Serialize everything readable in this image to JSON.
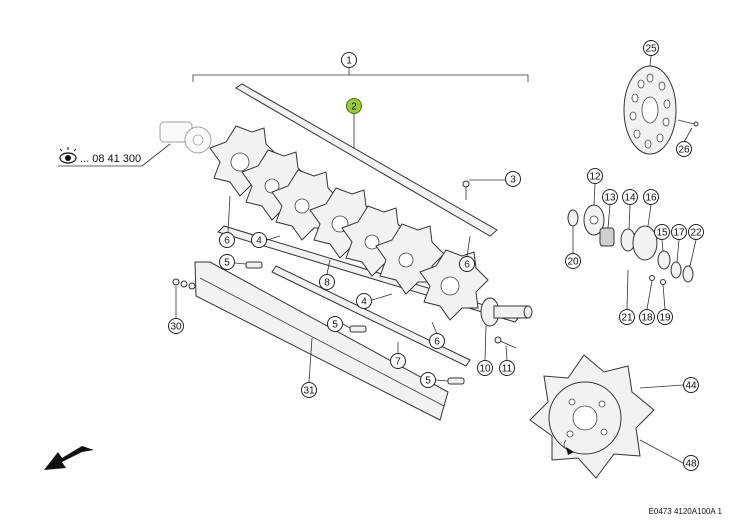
{
  "reference": {
    "text": "... 08 41 300"
  },
  "doc_code": "E0473 4120A100A 1",
  "callouts": {
    "c1": "1",
    "c2": "2",
    "c3": "3",
    "c4a": "4",
    "c4b": "4",
    "c5a": "5",
    "c5b": "5",
    "c5c": "5",
    "c6a": "6",
    "c6b": "6",
    "c6c": "6",
    "c7": "7",
    "c8": "8",
    "c10": "10",
    "c11": "11",
    "c12": "12",
    "c13": "13",
    "c14": "14",
    "c15": "15",
    "c16": "16",
    "c17": "17",
    "c18": "18",
    "c19": "19",
    "c20": "20",
    "c21": "21",
    "c22": "22",
    "c25": "25",
    "c26": "26",
    "c30": "30",
    "c31": "31",
    "c44": "44",
    "c48": "48"
  },
  "colors": {
    "highlight": "#9ccc3c",
    "line": "#333333",
    "part_fill": "#f2f2f2"
  },
  "icons": {
    "reference": "eye-icon",
    "direction": "arrow-down-left-icon"
  }
}
